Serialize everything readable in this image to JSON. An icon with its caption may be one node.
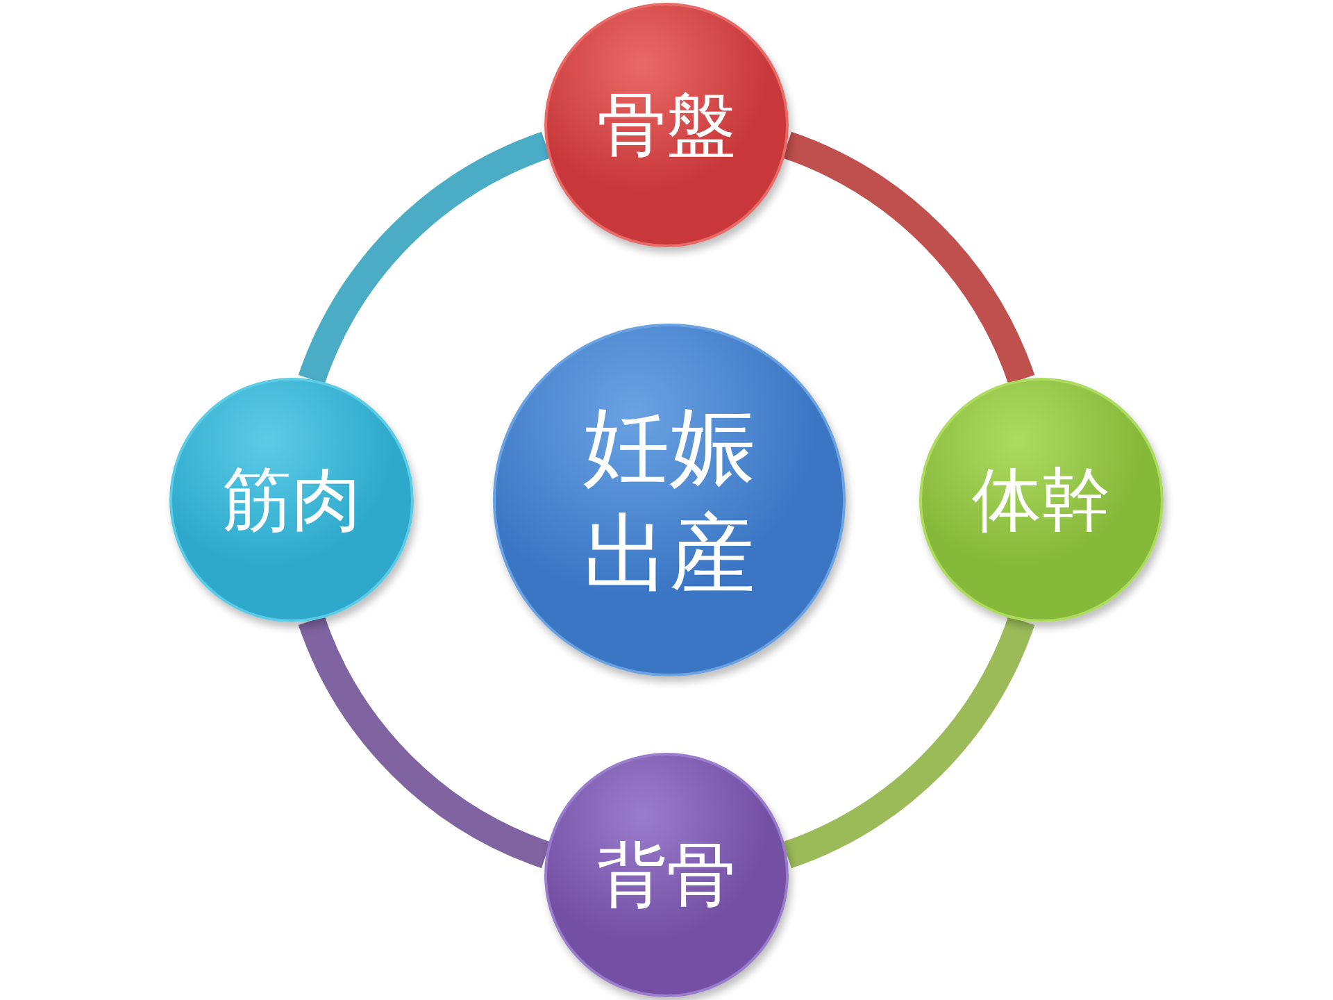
{
  "diagram": {
    "nodes": [
      {
        "text": [
          "骨盤"
        ]
      },
      {
        "text": [
          "筋肉"
        ]
      },
      {
        "text": [
          "妊娠出産"
        ]
      },
      {
        "text": [
          "体幹"
        ]
      },
      {
        "text": [
          "背骨"
        ]
      }
    ],
    "edges": [
      {
        "from": 0,
        "to": 3,
        "arrow": "none",
        "color": "#c0504d"
      },
      {
        "from": 3,
        "to": 4,
        "arrow": "none",
        "color": "#9bbb59"
      },
      {
        "from": 4,
        "to": 1,
        "arrow": "none",
        "color": "#8064a2"
      },
      {
        "from": 1,
        "to": 0,
        "arrow": "none",
        "color": "#4bacc6"
      }
    ]
  }
}
